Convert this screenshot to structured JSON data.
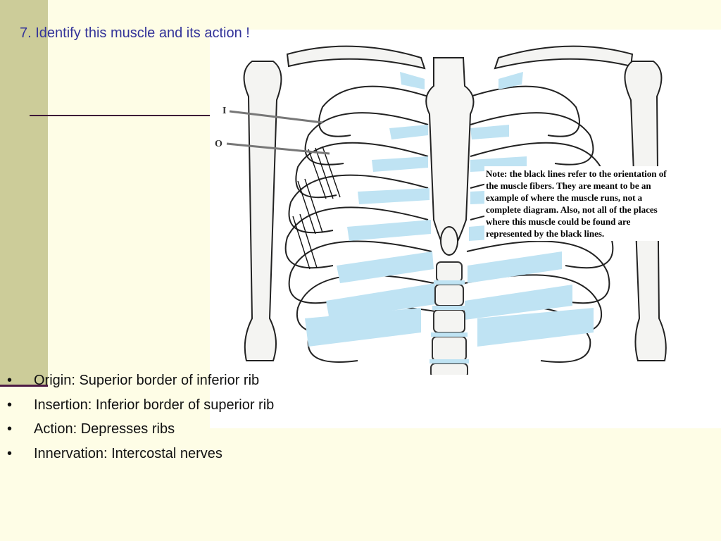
{
  "slide": {
    "title": "7. Identify this muscle and its action !",
    "bullet_symbol": "•",
    "bullets": [
      "Origin: Superior border of inferior rib",
      "Insertion: Inferior border of superior rib",
      "Action: Depresses ribs",
      "Innervation: Intercostal nerves"
    ]
  },
  "figure": {
    "label_insertion": "I",
    "label_origin": "O",
    "note": "Note: the black lines refer to the orientation of the muscle fibers.  They are meant to be an example of where the muscle runs, not a complete diagram.  Also, not all of the places where this muscle could be found are represented by the black lines."
  },
  "colors": {
    "background": "#fefde6",
    "left_bar": "#cccc99",
    "title_text": "#333399",
    "cartilage": "#bfe3f3",
    "divider": "#4d1a45"
  }
}
